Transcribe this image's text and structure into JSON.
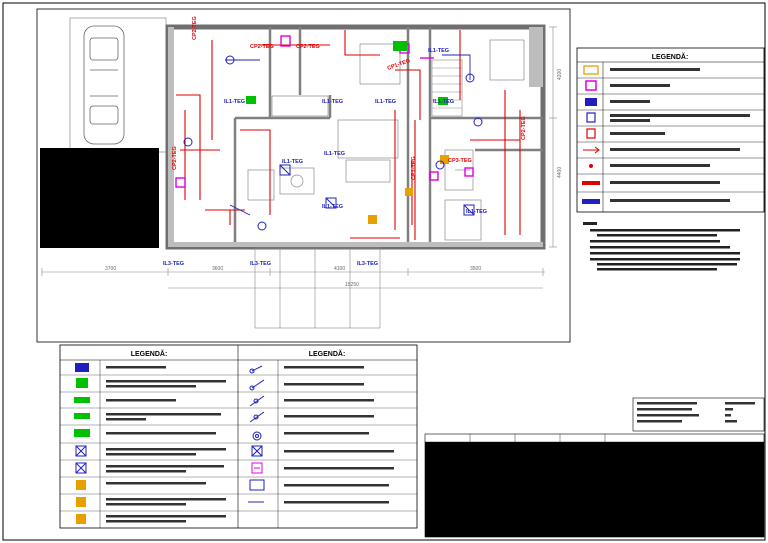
{
  "legend_right": {
    "title": "LEGENDĂ:",
    "rows": [
      {
        "icon": "socket-icon",
        "color": "#e8a000",
        "text": ""
      },
      {
        "icon": "distribution-box-icon",
        "color": "#e000e0",
        "text": ""
      },
      {
        "icon": "panel-icon",
        "color": "#2020c0",
        "text": ""
      },
      {
        "icon": "control-box-icon",
        "color": "#2020c0",
        "text": ""
      },
      {
        "icon": "control-box-red-icon",
        "color": "#e00000",
        "text": ""
      },
      {
        "icon": "double-arrow-icon",
        "color": "#e00000",
        "text": ""
      },
      {
        "icon": "dot-icon",
        "color": "#e00000",
        "text": ""
      },
      {
        "icon": "circuit-label-icon",
        "color": "#e00000",
        "text": ""
      },
      {
        "icon": "tag-label-icon",
        "color": "#2020c0",
        "text": ""
      }
    ]
  },
  "legend_left": {
    "title": "LEGENDĂ:"
  },
  "legend_center": {
    "title": "LEGENDĂ:"
  },
  "plan_labels": {
    "top_tags": [
      "IL1-TEG",
      "IL1-TEG",
      "IL1-TEG",
      "IL1-TEG",
      "IL1-TEG"
    ],
    "mid_tags": [
      "IL1-TEG",
      "IL1-TEG",
      "IL1-TEG",
      "IL1-TEG"
    ],
    "bottom_tags": [
      "IL3-TEG",
      "IL3-TEG",
      "IL3-TEG"
    ],
    "red_tags": [
      "CP2-TEG",
      "CP2-TEG",
      "CP2-TEG",
      "CP1-TEG",
      "CP2-TEG",
      "CP1-TEG",
      "CP3-TEG",
      "CP2-TEG"
    ],
    "dims_bottom": [
      "3700",
      "3600",
      "4100",
      "3500"
    ],
    "dims_right": [
      "4400",
      "4200"
    ],
    "dim_center": "15250"
  },
  "colors": {
    "wall": "#7a7a7a",
    "red": "#e00000",
    "blue": "#2020c0",
    "magenta": "#e000e0",
    "green": "#00b000",
    "orange": "#e8a000",
    "titleblock": "#000000"
  }
}
